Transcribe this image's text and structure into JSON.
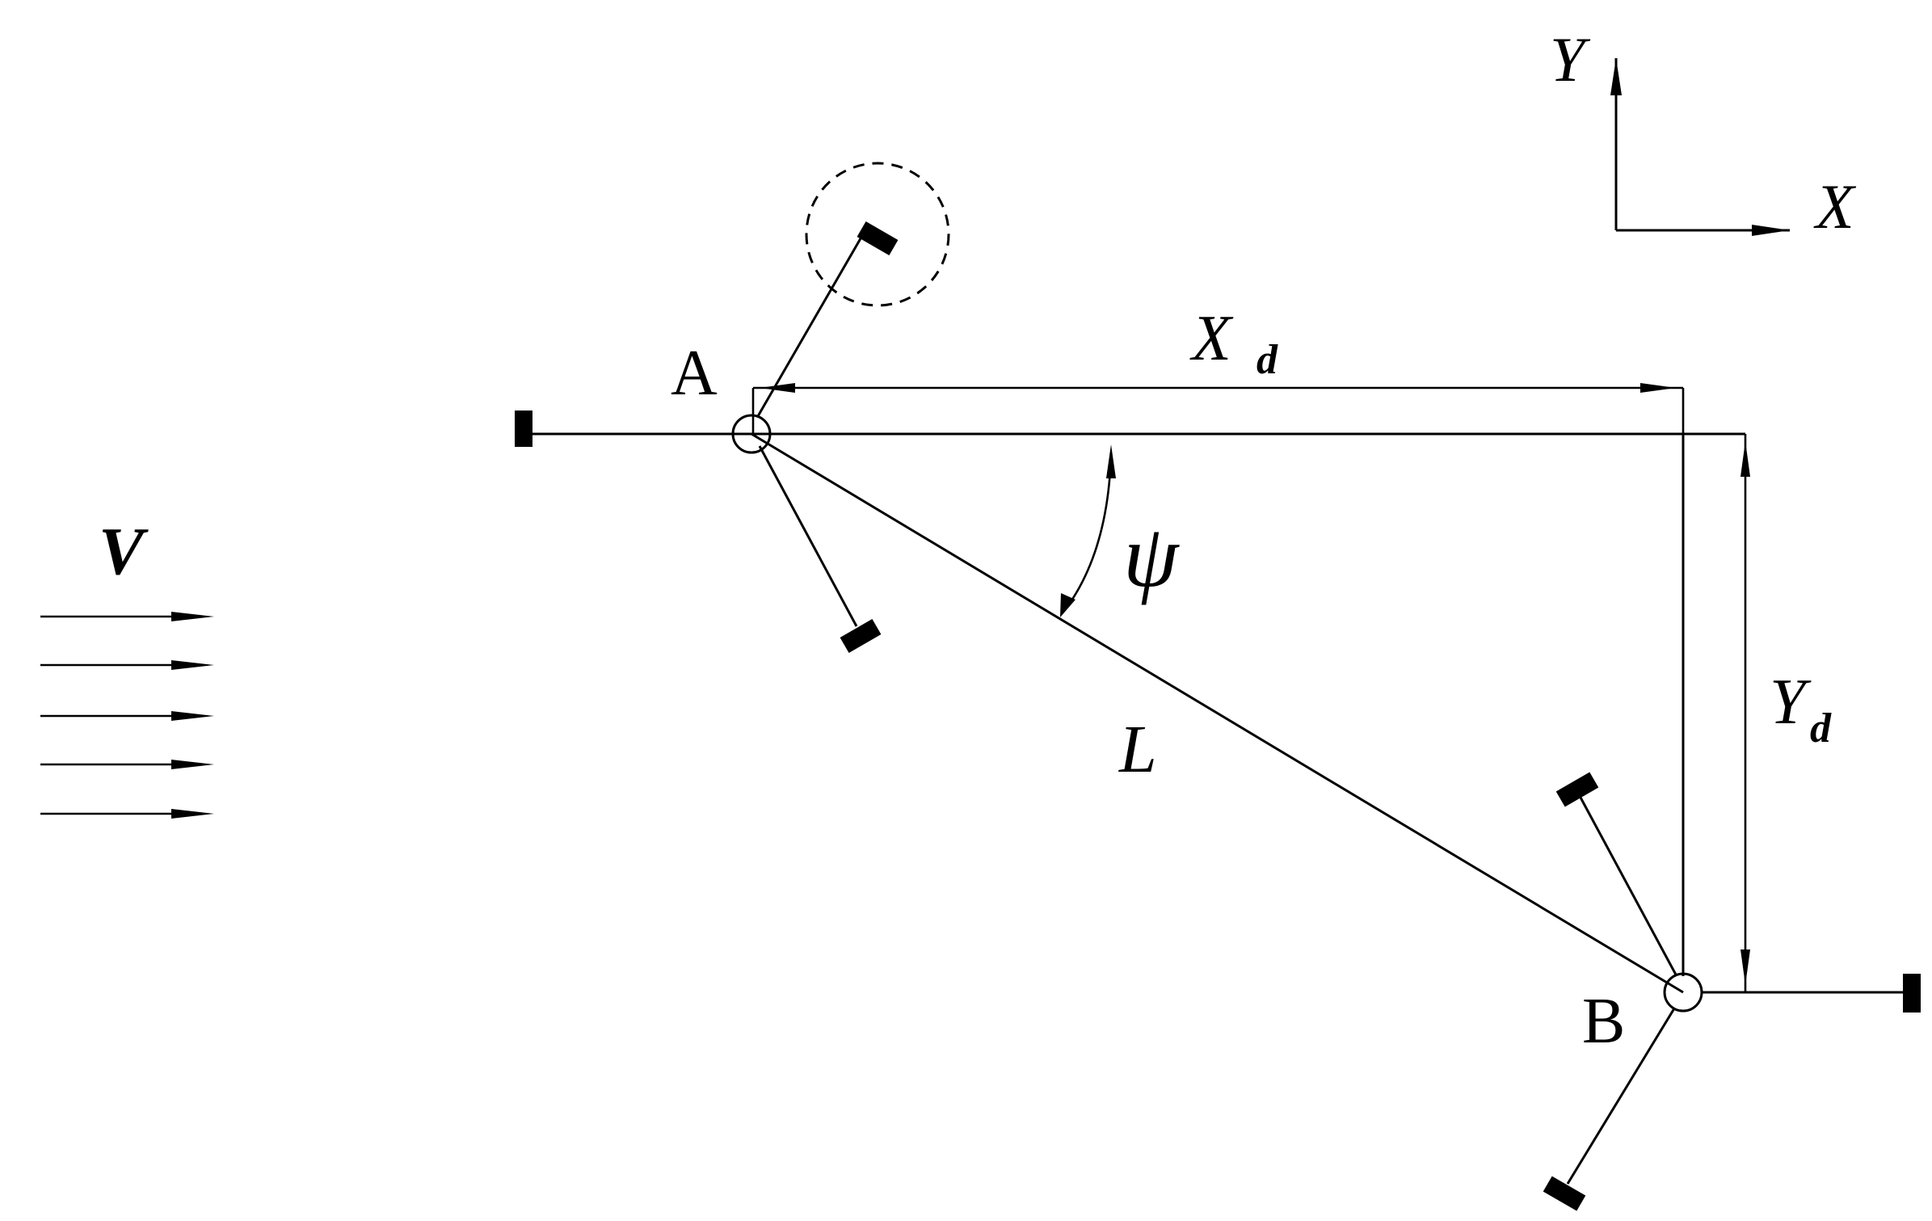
{
  "diagram": {
    "labels": {
      "point_a": "A",
      "point_b": "B",
      "axis_x": "X",
      "axis_y": "Y",
      "dim_x_main": "X",
      "dim_x_sub": "d",
      "dim_y_main": "Y",
      "dim_y_sub": "d",
      "angle": "ψ",
      "length": "L",
      "velocity": "V"
    },
    "colors": {
      "stroke": "#000000",
      "background": "#ffffff"
    }
  }
}
